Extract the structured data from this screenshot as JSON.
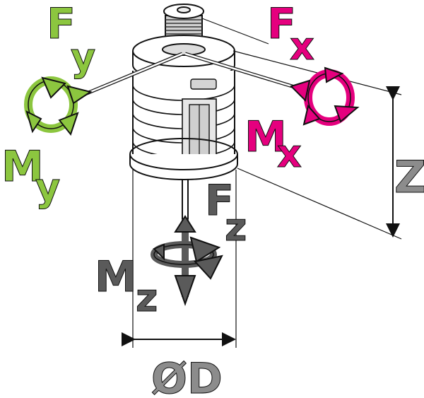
{
  "labels": {
    "fy": {
      "main": "F",
      "sub": "y"
    },
    "my": {
      "main": "M",
      "sub": "y"
    },
    "fx": {
      "main": "F",
      "sub": "x"
    },
    "mx": {
      "main": "M",
      "sub": "x"
    },
    "fz": {
      "main": "F",
      "sub": "z"
    },
    "mz": {
      "main": "M",
      "sub": "z"
    },
    "z": "Z",
    "diameter": "ØD"
  },
  "colors": {
    "y_axis": "#8cc63f",
    "x_axis": "#e5007e",
    "z_axis": "#5a5a5a",
    "dimension": "#8c8c8c",
    "outline": "#111111"
  }
}
